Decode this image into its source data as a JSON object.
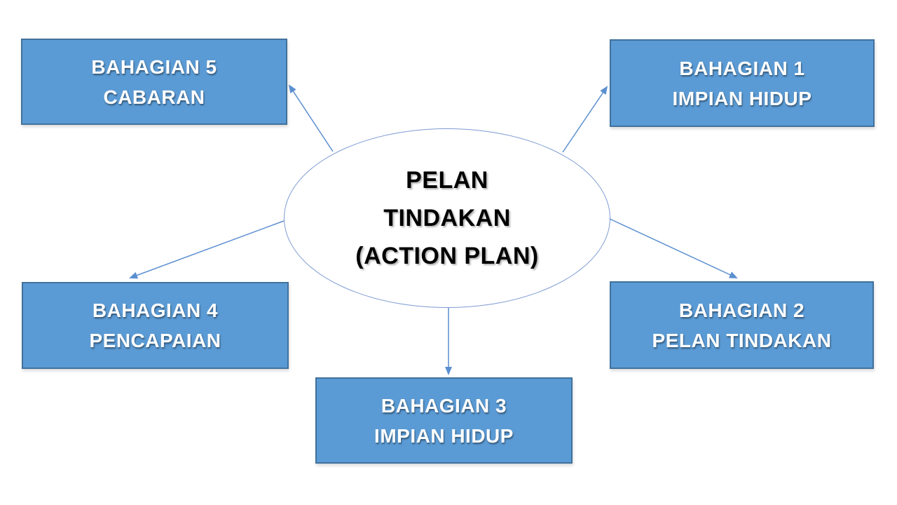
{
  "center": {
    "lines": [
      "PELAN",
      "TINDAKAN",
      "(ACTION PLAN)"
    ]
  },
  "boxes": [
    {
      "id": "bahagian-1",
      "title": "BAHAGIAN 1",
      "subtitle": "IMPIAN HIDUP"
    },
    {
      "id": "bahagian-2",
      "title": "BAHAGIAN 2",
      "subtitle": "PELAN TINDAKAN"
    },
    {
      "id": "bahagian-3",
      "title": "BAHAGIAN 3",
      "subtitle": "IMPIAN HIDUP"
    },
    {
      "id": "bahagian-4",
      "title": "BAHAGIAN 4",
      "subtitle": "PENCAPAIAN"
    },
    {
      "id": "bahagian-5",
      "title": "BAHAGIAN 5",
      "subtitle": "CABARAN"
    }
  ],
  "colors": {
    "box_fill": "#5B9BD5",
    "box_border": "#41719C",
    "box_text": "#FFFFFF",
    "center_text": "#000000",
    "ellipse_stroke": "#7D9BD2",
    "arrow": "#5B8FD0"
  }
}
